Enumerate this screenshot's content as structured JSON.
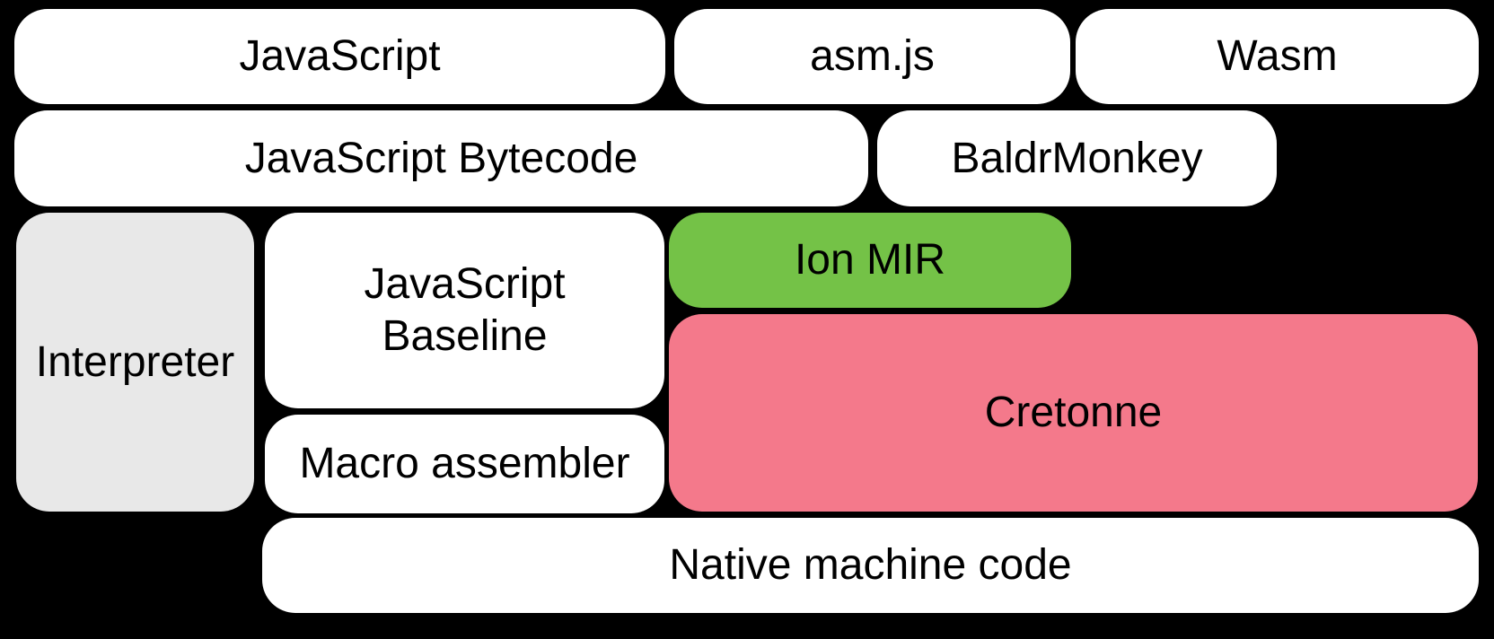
{
  "diagram": {
    "background_color": "#000000",
    "text_color": "#000000",
    "boxes": [
      {
        "key": "javascript",
        "label": "JavaScript",
        "fill": "#ffffff"
      },
      {
        "key": "asmjs",
        "label": "asm.js",
        "fill": "#ffffff"
      },
      {
        "key": "wasm",
        "label": "Wasm",
        "fill": "#ffffff"
      },
      {
        "key": "javascript-bytecode",
        "label": "JavaScript Bytecode",
        "fill": "#ffffff"
      },
      {
        "key": "baldrmonkey",
        "label": "BaldrMonkey",
        "fill": "#ffffff"
      },
      {
        "key": "interpreter",
        "label": "Interpreter",
        "fill": "#e8e8e8"
      },
      {
        "key": "javascript-baseline",
        "label": "JavaScript\nBaseline",
        "fill": "#ffffff"
      },
      {
        "key": "ion-mir",
        "label": "Ion MIR",
        "fill": "#74c247"
      },
      {
        "key": "cretonne",
        "label": "Cretonne",
        "fill": "#f4798b"
      },
      {
        "key": "macro-assembler",
        "label": "Macro assembler",
        "fill": "#ffffff"
      },
      {
        "key": "native-machine-code",
        "label": "Native machine code",
        "fill": "#ffffff"
      }
    ]
  }
}
